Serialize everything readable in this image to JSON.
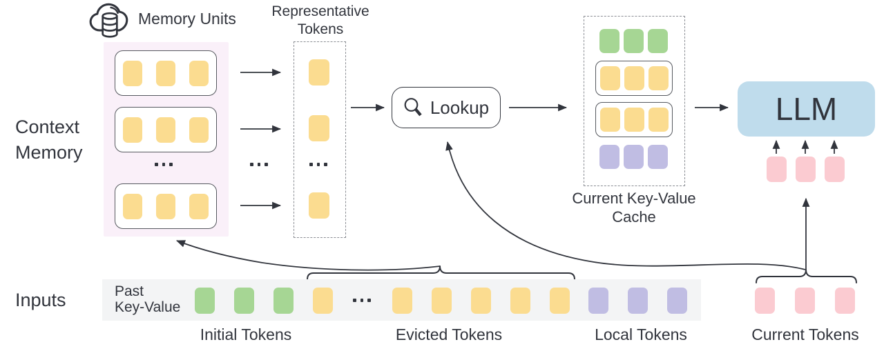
{
  "colors": {
    "ink": "#31343C",
    "yellow": "#FBDC90",
    "green": "#A6D694",
    "purple": "#C0BDE3",
    "pink": "#FBCBD1",
    "blue": "#BFDCEC",
    "memory_bg": "#FAF0F9",
    "strip_bg": "#F3F4F5"
  },
  "labels": {
    "memory_units": "Memory Units",
    "representative_line1": "Representative",
    "representative_line2": "Tokens",
    "context_line1": "Context",
    "context_line2": "Memory",
    "lookup": "Lookup",
    "cache_line1": "Current Key-Value",
    "cache_line2": "Cache",
    "llm": "LLM",
    "inputs": "Inputs",
    "past_line1": "Past",
    "past_line2": "Key-Value",
    "initial_tokens": "Initial Tokens",
    "evicted_tokens": "Evicted Tokens",
    "local_tokens": "Local Tokens",
    "current_tokens": "Current Tokens"
  },
  "icons": {
    "memory_units": "cloud-database-icon",
    "lookup": "magnifier-icon",
    "ellipsis": "ellipsis-dots-icon"
  },
  "structure": {
    "memory_units_shown": 3,
    "unit_tokens": {
      "count": 3,
      "color": "yellow",
      "name": "memory-unit-token"
    },
    "representative_token": {
      "count": 1,
      "color": "yellow",
      "name": "representative-token"
    },
    "cache_rows": [
      {
        "count": 3,
        "color": "green",
        "boxed": false,
        "name": "cache-initial-token"
      },
      {
        "count": 3,
        "color": "yellow",
        "boxed": true,
        "name": "cache-retrieved-token"
      },
      {
        "count": 3,
        "color": "yellow",
        "boxed": true,
        "name": "cache-retrieved-token"
      },
      {
        "count": 3,
        "color": "purple",
        "boxed": false,
        "name": "cache-local-token"
      }
    ],
    "llm_input_tokens": {
      "count": 3,
      "color": "pink",
      "name": "llm-input-token"
    },
    "strip_groups": {
      "initial": {
        "count": 3,
        "color": "green",
        "name": "initial-token"
      },
      "evicted_left": {
        "count": 1,
        "color": "yellow",
        "name": "evicted-token"
      },
      "evicted_right": {
        "count": 5,
        "color": "yellow",
        "name": "evicted-token"
      },
      "local": {
        "count": 3,
        "color": "purple",
        "name": "local-token"
      },
      "current": {
        "count": 3,
        "color": "pink",
        "name": "current-token"
      }
    }
  }
}
